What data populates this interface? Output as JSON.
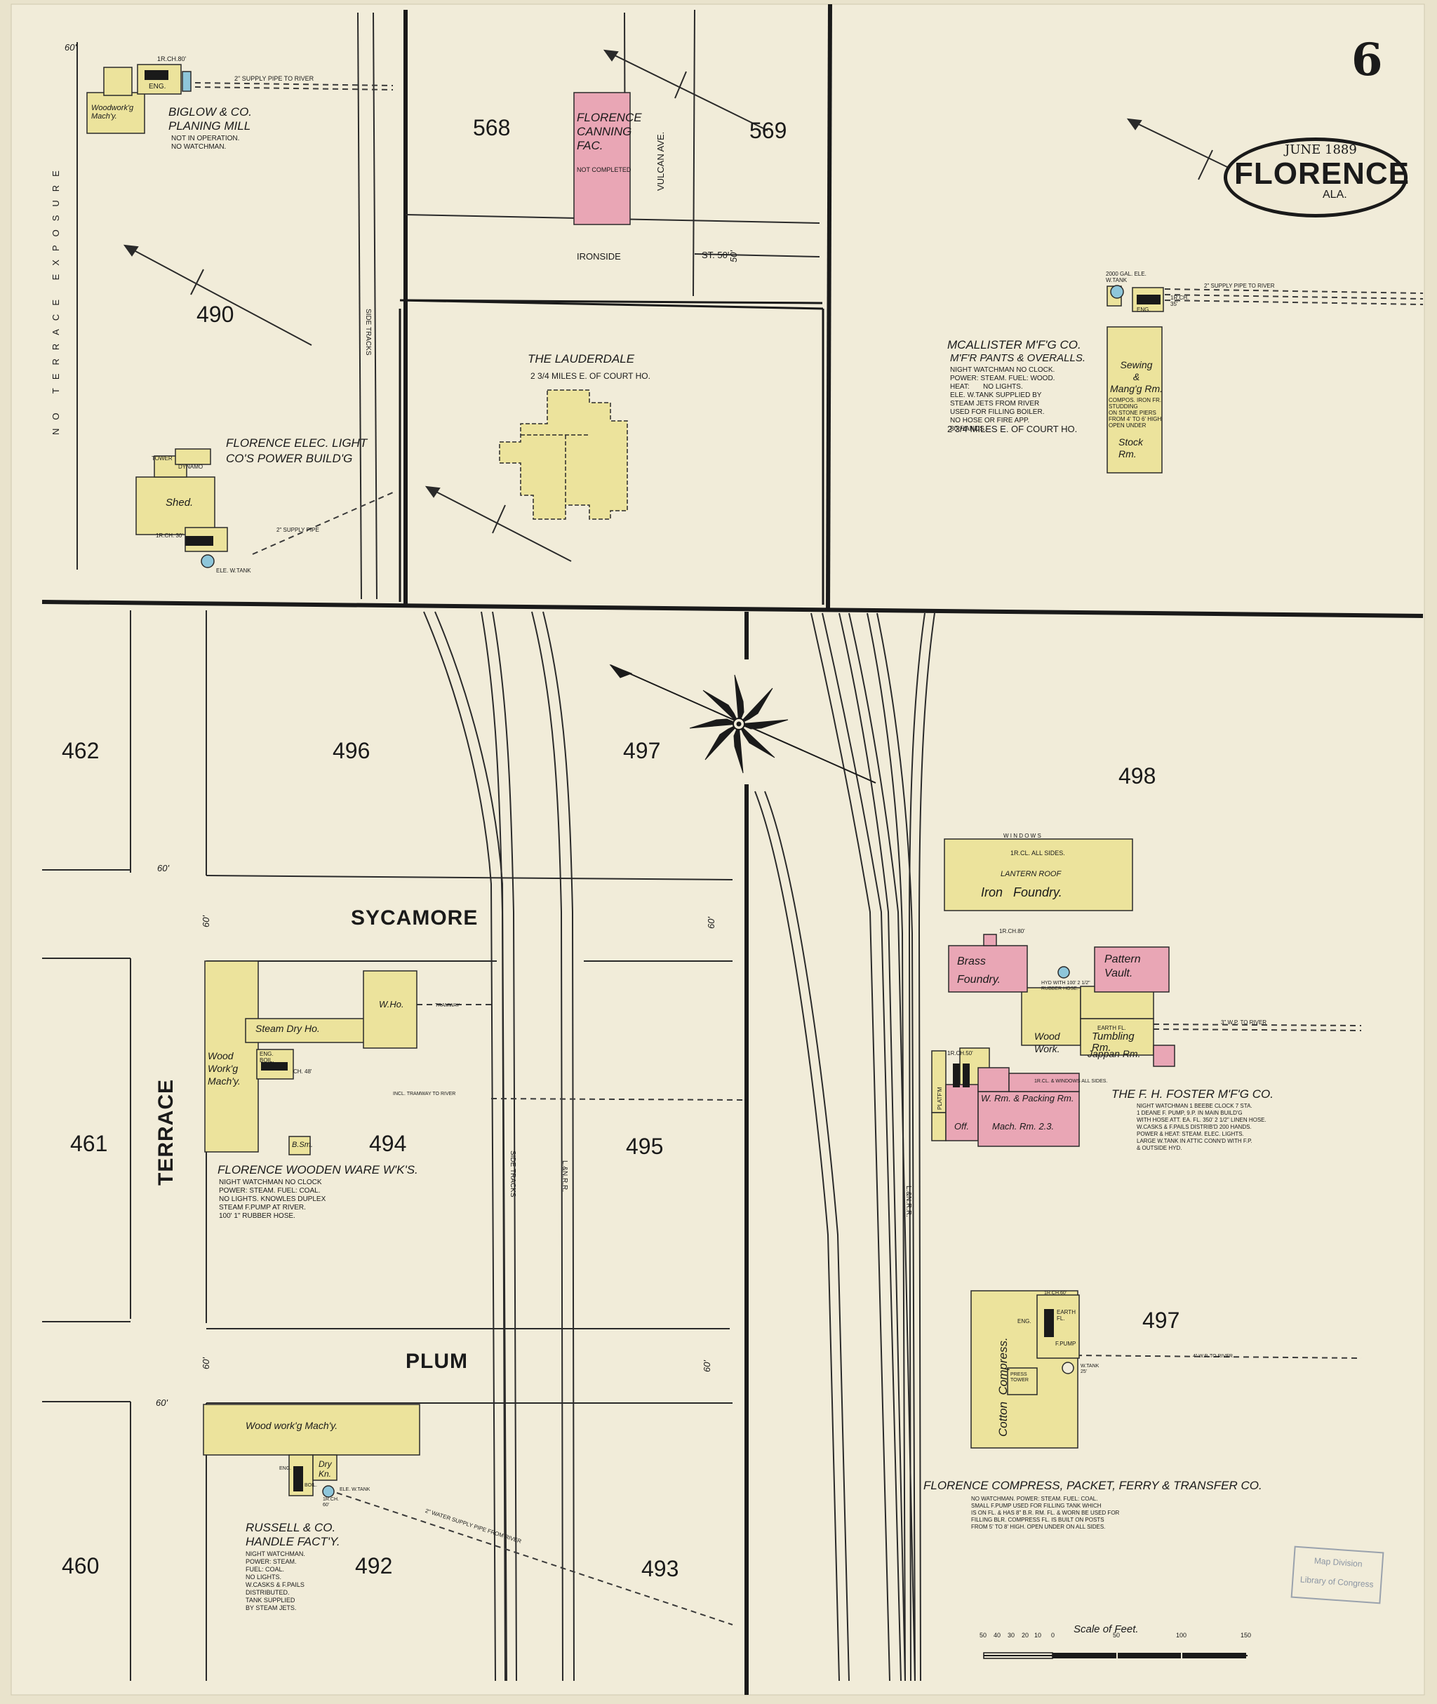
{
  "sheet": {
    "page_number": "6",
    "date": "JUNE 1889",
    "city": "FLORENCE",
    "state": "ALA."
  },
  "blocks": [
    "490",
    "568",
    "569",
    "462",
    "496",
    "497",
    "498",
    "461",
    "494",
    "495",
    "460",
    "492",
    "493",
    "497"
  ],
  "streets": {
    "sycamore": "SYCAMORE",
    "plum": "PLUM",
    "terrace": "TERRACE",
    "ironside": "IRONSIDE",
    "st_50": "ST. 50'",
    "vulcan": "VULCAN AVE.",
    "terrace_exposure": "NO TERRACE EXPOSURE",
    "side_tracks": "SIDE TRACKS",
    "side_tracks_2": "SIDE TRACKS",
    "lmr": "L.&N.R.R.",
    "lmr_2": "L.&N.R.R."
  },
  "widths": {
    "w60_top": "60'",
    "w60_a": "60'",
    "w60_b": "60'",
    "w60_c": "60'",
    "w60_d": "60'",
    "w60_e": "60'",
    "w60_f": "60'",
    "w50": "50'"
  },
  "buildings": {
    "biglow": {
      "name": "BIGLOW & CO.",
      "sub": "PLANING MILL",
      "note": "NOT IN OPERATION.\nNO WATCHMAN.",
      "inner": "Woodwork'g\nMach'y.",
      "eng": "ENG.",
      "pipe": "2\" SUPPLY PIPE TO RIVER",
      "boiler": "1R.CH.80'"
    },
    "canning": {
      "name": "FLORENCE\nCANNING\nFAC.",
      "note": "NOT COMPLETED"
    },
    "lauderdale": {
      "name": "THE LAUDERDALE",
      "note": "2 3/4 MILES E. OF COURT HO."
    },
    "elec_light": {
      "name": "FLORENCE ELEC. LIGHT",
      "sub": "CO'S POWER BUILD'G",
      "shed": "Shed.",
      "tower": "TOWER",
      "dynamo": "DYNAMO",
      "chimney": "1R.CH. 30'",
      "pipe": "2\" SUPPLY PIPE",
      "tank": "ELE. W.TANK"
    },
    "mcallister": {
      "name": "McALLISTER M'F'G CO.",
      "sub": "M'F'R PANTS & OVERALLS.",
      "note": "NIGHT WATCHMAN NO CLOCK.\nPOWER: STEAM. FUEL: WOOD.\nHEAT:       NO LIGHTS.\nELE. W.TANK SUPPLIED BY\nSTEAM JETS FROM RIVER\nUSED FOR FILLING BOILER.\nNO HOSE OR FIRE APP.\n80 HANDS.",
      "distance": "2 3/4 MILES E. OF COURT HO.",
      "sewing": "Sewing\n&\nMang'g Rm.",
      "stock": "Stock\nRm.",
      "eng": "ENG.",
      "tank": "2000 GAL. ELE.\nW.TANK",
      "pipe": "2\" SUPPLY PIPE TO RIVER",
      "boiler_note": "COMPOS. IRON FR.\nSTUDDING\nON STONE PIERS\nFROM 4' TO 6' HIGH\nOPEN UNDER",
      "chimney": "1R.CH.\n35'"
    },
    "foster": {
      "name": "THE F. H. FOSTER M'F'G CO.",
      "note": "NIGHT WATCHMAN 1 BEEBE CLOCK 7 STA.\n1 DEANE F. PUMP, 9.P. IN MAIN BUILD'G\nWITH HOSE ATT. EA. FL. 350' 2 1/2\" LINEN HOSE.\nW.CASKS & F.PAILS DISTRIB'D 200 HANDS.\nPOWER & HEAT: STEAM. ELEC. LIGHTS.\nLARGE W.TANK IN ATTIC CONN'D WITH F.P.\n& OUTSIDE HYD.",
      "iron_foundry": "Iron   Foundry.",
      "lantern_roof": "LANTERN ROOF",
      "iron_cl": "1R.CL. ALL SIDES.",
      "windows": "W I N D O W S",
      "brass": "Brass\nFoundry.",
      "pattern": "Pattern\nVault.",
      "wood_work": "Wood\nWork.",
      "tumbling": "Tumbling\nRm.",
      "japan": "Jappan Rm.",
      "earth_fl": "EARTH FL.",
      "w_rm": "W. Rm. & Packing Rm.",
      "mach": "Mach. Rm. 2.3.",
      "off": "Off.",
      "platf": "PLATF'M",
      "hyd": "HYD WITH 100' 2 1/2\" RUBBER HOSE.",
      "pipe": "3\" W.P. TO RIVER",
      "windows_note": "1R.CL. & WINDOWS ALL SIDES.",
      "chimney": "1R.CH.80'",
      "chimney2": "1R.CH.50'"
    },
    "wooden_ware": {
      "name": "FLORENCE WOODEN WARE W'K'S.",
      "note": "NIGHT WATCHMAN NO CLOCK\nPOWER: STEAM. FUEL: COAL.\nNO LIGHTS. KNOWLES DUPLEX\nSTEAM F.PUMP AT RIVER.\n100' 1\" RUBBER HOSE.",
      "wood": "Wood\nWork'g\nMach'y.",
      "steam_dry": "Steam Dry Ho.",
      "who": "W.Ho.",
      "eng": "ENG.\nBOIL.",
      "chimney": "CH. 48'",
      "bsm": "B.Sm.",
      "tramway": "TRAMWAY",
      "tramway2": "INCL. TRAMWAY TO RIVER"
    },
    "russell": {
      "name": "RUSSELL & CO.",
      "sub": "HANDLE FACT'Y.",
      "note": "NIGHT WATCHMAN.\nPOWER: STEAM.\nFUEL: COAL.\nNO LIGHTS.\nW.CASKS & F.PAILS\nDISTRIBUTED.\nTANK SUPPLIED\nBY STEAM JETS.",
      "woodwork": "Wood work'g Mach'y.",
      "dry": "Dry\nKn.",
      "eng": "ENG.",
      "boil": "BOIL.",
      "tank": "ELE. W.TANK",
      "chimney": "1R.CH.\n60'",
      "pipe": "2\" WATER SUPPLY PIPE FROM RIVER"
    },
    "compress": {
      "name": "FLORENCE COMPRESS, PACKET, FERRY & TRANSFER CO.",
      "note": "NO WATCHMAN. POWER: STEAM. FUEL: COAL.\nSMALL F.PUMP USED FOR FILLING TANK WHICH\nIS ON FL. & HAS 8\" B.R. RM. FL. & WORN BE USED FOR\nFILLING BLR. COMPRESS FL. IS BUILT ON POSTS\nFROM 5' TO 8' HIGH. OPEN UNDER ON ALL SIDES.",
      "cotton": "Cotton  Compress.",
      "eng": "ENG.",
      "earth": "EARTH\nFL.",
      "fpump": "F.PUMP",
      "press_tower": "PRESS\nTOWER",
      "chimney": "1R.CH.60'",
      "tank": "W.TANK\n25'",
      "pipe": "4\" W.P. TO RIVER"
    }
  },
  "scale": {
    "label": "Scale of Feet.",
    "ticks": [
      "50",
      "40",
      "30",
      "20",
      "10",
      "0",
      "50",
      "100",
      "150"
    ]
  },
  "stamp": {
    "line1": "Map Division",
    "line2": "Library of Congress"
  },
  "colors": {
    "paper": "#efe9d4",
    "frame": "#e9e3cc",
    "ink": "#1a1a1a",
    "frame_building": "#ece39c",
    "brick_building": "#e9a6b5",
    "water": "#8ec6da"
  }
}
